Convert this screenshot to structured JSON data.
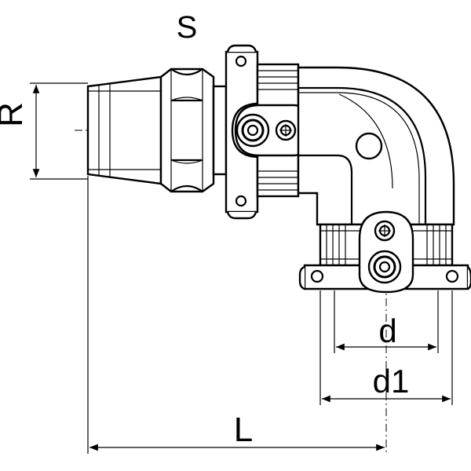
{
  "labels": {
    "S": "S",
    "R": "R",
    "d": "d",
    "d1": "d1",
    "L": "L"
  },
  "colors": {
    "line": "#000000",
    "background": "#ffffff"
  }
}
